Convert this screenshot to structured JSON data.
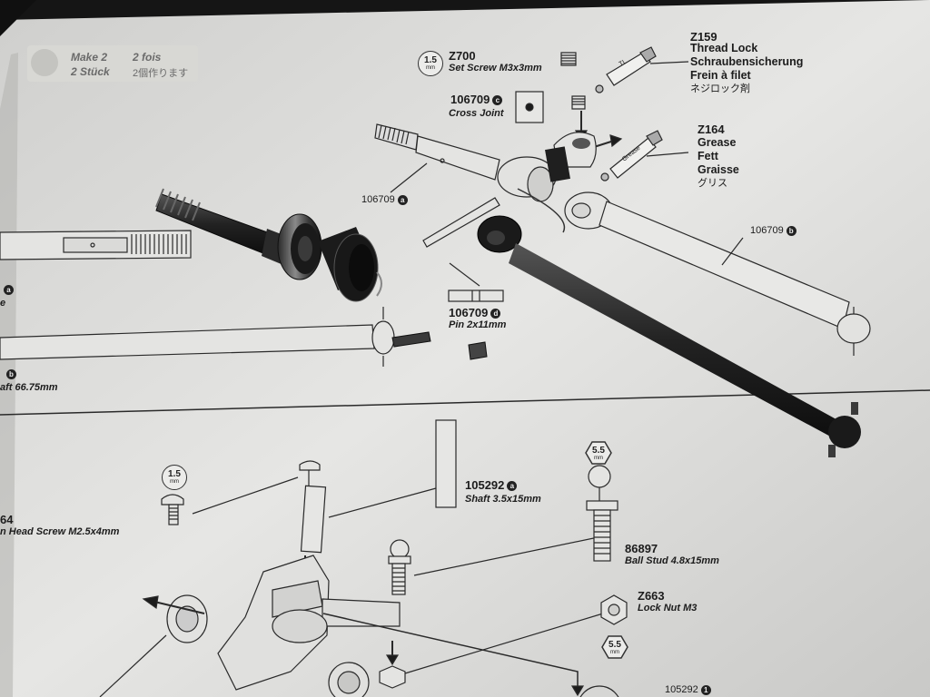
{
  "photo": {
    "description_free": true,
    "palette": {
      "paper": "#e8e8e6",
      "paper_shadow": "#bdbdbb",
      "ink": "#1c1c1c",
      "metal_dark": "#1e1e1e",
      "metal_mid": "#444444",
      "background": "#141414"
    }
  },
  "manual": {
    "make_count": {
      "en": "Make 2",
      "fr": "2 fois",
      "de": "2 Stück",
      "ja": "2個作ります"
    },
    "parts": {
      "z700": {
        "tool": "1.5",
        "unit": "mm",
        "number": "Z700",
        "name": "Set Screw M3x3mm"
      },
      "p106709c": {
        "number": "106709",
        "badge": "c",
        "name": "Cross Joint"
      },
      "z159": {
        "number": "Z159",
        "en": "Thread Lock",
        "de": "Schraubensicherung",
        "fr": "Frein à filet",
        "ja": "ネジロック剤"
      },
      "z164": {
        "number": "Z164",
        "en": "Grease",
        "de": "Fett",
        "fr": "Graisse",
        "ja": "グリス"
      },
      "p106709a": {
        "number": "106709",
        "badge": "a"
      },
      "p106709b": {
        "number": "106709",
        "badge": "b"
      },
      "p106709d": {
        "number": "106709",
        "badge": "d",
        "name": "Pin 2x11mm"
      },
      "left_frag_a": {
        "text": "e",
        "badge": "a"
      },
      "left_frag_b": {
        "badge": "b",
        "text": "aft 66.75mm"
      },
      "screw": {
        "tool": "1.5",
        "unit": "mm",
        "prefix": "64",
        "name": "n Head Screw M2.5x4mm"
      },
      "p105292a": {
        "number": "105292",
        "badge": "a",
        "name": "Shaft 3.5x15mm"
      },
      "ball_stud": {
        "hex": "5.5",
        "unit": "mm",
        "number": "86897",
        "name": "Ball Stud 4.8x15mm"
      },
      "lock_nut": {
        "number": "Z663",
        "name": "Lock Nut M3",
        "hex": "5.5",
        "unit": "mm"
      },
      "bottom_cut": {
        "number": "105292",
        "badge": "1"
      }
    },
    "tube_label_1": "TL",
    "tube_label_2": "Grease"
  }
}
